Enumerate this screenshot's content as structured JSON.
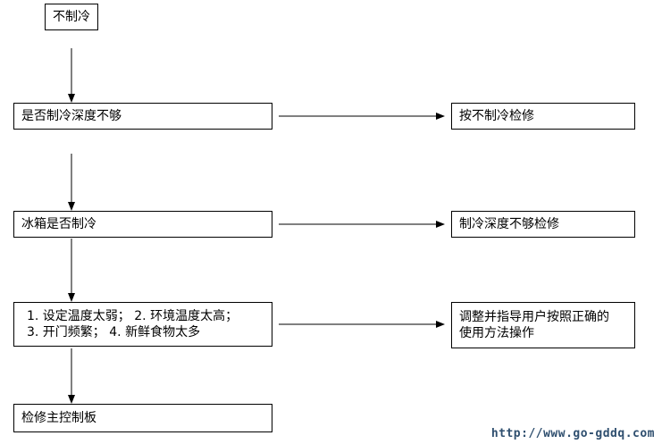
{
  "nodes": {
    "start": "不制冷",
    "q1": "是否制冷深度不够",
    "a1": "按不制冷检修",
    "q2": "冰箱是否制冷",
    "a2": "制冷深度不够检修",
    "causes": [
      "1. 设定温度太弱；  2. 环境温度太高；",
      "3. 开门频繁；  4. 新鲜食物太多"
    ],
    "a3": [
      "调整并指导用户按照正确的",
      "使用方法操作"
    ],
    "end": "检修主控制板"
  },
  "watermark": "http://www.go-gddq.com"
}
